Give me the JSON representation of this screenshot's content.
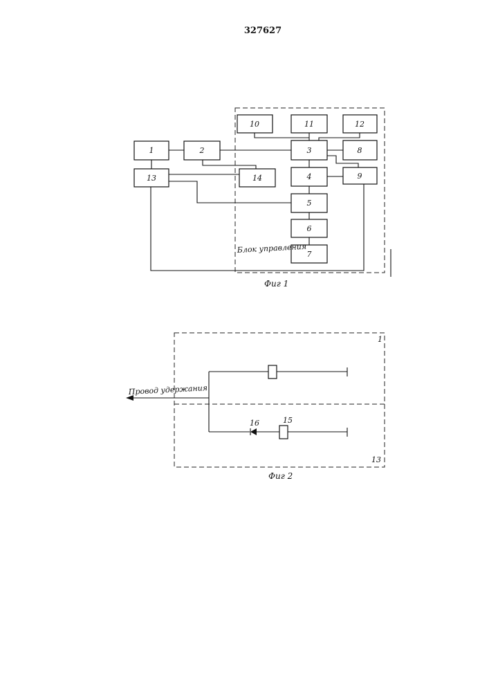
{
  "patent_number": "327627",
  "fig1": {
    "caption": "Фиг 1",
    "dashed_region_label": "Блок управления",
    "blocks": [
      "1",
      "2",
      "3",
      "4",
      "5",
      "6",
      "7",
      "8",
      "9",
      "10",
      "11",
      "12",
      "13",
      "14"
    ]
  },
  "fig2": {
    "caption": "Фиг 2",
    "wire_label": "Провод удержания",
    "region_upper_label": "1",
    "region_lower_label": "13",
    "diode_label": "16",
    "relay_label": "15"
  }
}
